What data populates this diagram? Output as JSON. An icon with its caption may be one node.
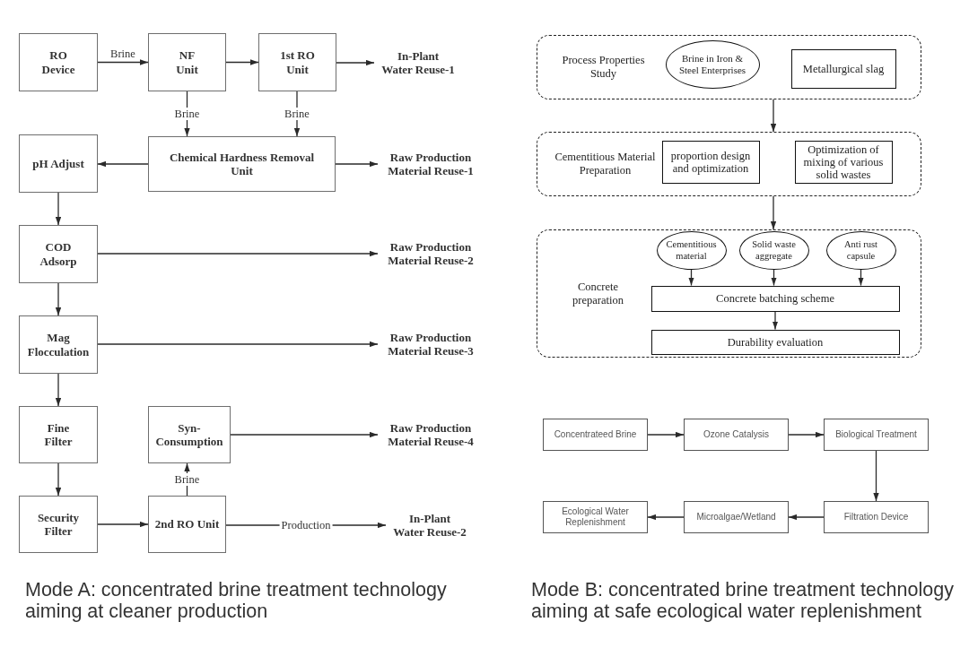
{
  "diagram": {
    "nodes": [
      {
        "text": [
          "RO Device"
        ]
      },
      {
        "text": [
          "NF Unit"
        ]
      },
      {
        "text": [
          "1st RO Unit"
        ]
      },
      {
        "text": [
          "In-Plant Water Reuse-1"
        ]
      },
      {
        "text": [
          "pH Adjust"
        ]
      },
      {
        "text": [
          "Chemical Hardness Removal Unit"
        ]
      },
      {
        "text": [
          "Raw Production Material Reuse-1"
        ]
      },
      {
        "text": [
          "COD Adsorp"
        ]
      },
      {
        "text": [
          "Raw Production Material Reuse-2"
        ]
      },
      {
        "text": [
          "Mag Flocculation"
        ]
      },
      {
        "text": [
          "Raw Production Material Reuse-3"
        ]
      },
      {
        "text": [
          "Fine Filter"
        ]
      },
      {
        "text": [
          "Syn-Consumption"
        ]
      },
      {
        "text": [
          "Raw Production Material Reuse-4"
        ]
      },
      {
        "text": [
          "Security Filter"
        ]
      },
      {
        "text": [
          "2nd RO Unit"
        ]
      },
      {
        "text": [
          "In-Plant Water Reuse-2"
        ]
      },
      {
        "text": [
          "Process Properties Study"
        ]
      },
      {
        "text": [
          "Brine in Iron & Steel Enterprises"
        ],
        "in": 17
      },
      {
        "text": [
          "Metallurgical slag"
        ],
        "in": 17
      },
      {
        "text": [
          "Cementitious Material Preparation"
        ]
      },
      {
        "text": [
          "proportion design and optimization"
        ],
        "in": 20
      },
      {
        "text": [
          "Optimization of mixing of various solid wastes"
        ],
        "in": 20
      },
      {
        "text": [
          "Concrete preparation"
        ]
      },
      {
        "text": [
          "Cementitious material"
        ],
        "in": 23
      },
      {
        "text": [
          "Solid waste aggregate"
        ],
        "in": 23
      },
      {
        "text": [
          "Anti rust capsule"
        ],
        "in": 23
      },
      {
        "text": [
          "Concrete batching scheme"
        ],
        "in": 23
      },
      {
        "text": [
          "Durability evaluation"
        ],
        "in": 23
      },
      {
        "text": [
          "Concentrateed Brine"
        ]
      },
      {
        "text": [
          "Ozone Catalysis"
        ]
      },
      {
        "text": [
          "Biological Treatment"
        ]
      },
      {
        "text": [
          "Ecological Water Replenishment"
        ]
      },
      {
        "text": [
          "Microalgae/Wetland"
        ]
      },
      {
        "text": [
          "Filtration Device"
        ]
      }
    ],
    "edges": [
      {
        "from": 0,
        "to": 1,
        "arrow": "to",
        "label": "Brine"
      },
      {
        "from": 1,
        "to": 2,
        "arrow": "to"
      },
      {
        "from": 2,
        "to": 3,
        "arrow": "to"
      },
      {
        "from": 1,
        "to": 5,
        "arrow": "to",
        "label": "Brine"
      },
      {
        "from": 2,
        "to": 5,
        "arrow": "to",
        "label": "Brine"
      },
      {
        "from": 5,
        "to": 4,
        "arrow": "to"
      },
      {
        "from": 5,
        "to": 6,
        "arrow": "to"
      },
      {
        "from": 4,
        "to": 7,
        "arrow": "to"
      },
      {
        "from": 7,
        "to": 8,
        "arrow": "to"
      },
      {
        "from": 7,
        "to": 9,
        "arrow": "to"
      },
      {
        "from": 9,
        "to": 10,
        "arrow": "to"
      },
      {
        "from": 9,
        "to": 11,
        "arrow": "to"
      },
      {
        "from": 11,
        "to": 14,
        "arrow": "to"
      },
      {
        "from": 14,
        "to": 15,
        "arrow": "to"
      },
      {
        "from": 15,
        "to": 12,
        "arrow": "to",
        "label": "Brine"
      },
      {
        "from": 12,
        "to": 13,
        "arrow": "to"
      },
      {
        "from": 15,
        "to": 16,
        "arrow": "to",
        "label": "Production"
      },
      {
        "from": 17,
        "to": 20,
        "arrow": "to"
      },
      {
        "from": 20,
        "to": 23,
        "arrow": "to"
      },
      {
        "from": 24,
        "to": 27,
        "arrow": "to"
      },
      {
        "from": 25,
        "to": 27,
        "arrow": "to"
      },
      {
        "from": 26,
        "to": 27,
        "arrow": "to"
      },
      {
        "from": 27,
        "to": 28,
        "arrow": "to"
      },
      {
        "from": 29,
        "to": 30,
        "arrow": "to"
      },
      {
        "from": 30,
        "to": 31,
        "arrow": "to"
      },
      {
        "from": 31,
        "to": 34,
        "arrow": "to"
      },
      {
        "from": 34,
        "to": 33,
        "arrow": "to"
      },
      {
        "from": 33,
        "to": 32,
        "arrow": "to"
      }
    ],
    "labels": [
      "Mode A: concentrated brine treatment technology aiming at cleaner production",
      "Mode B: concentrated brine treatment technology aiming at safe ecological water replenishment"
    ]
  }
}
